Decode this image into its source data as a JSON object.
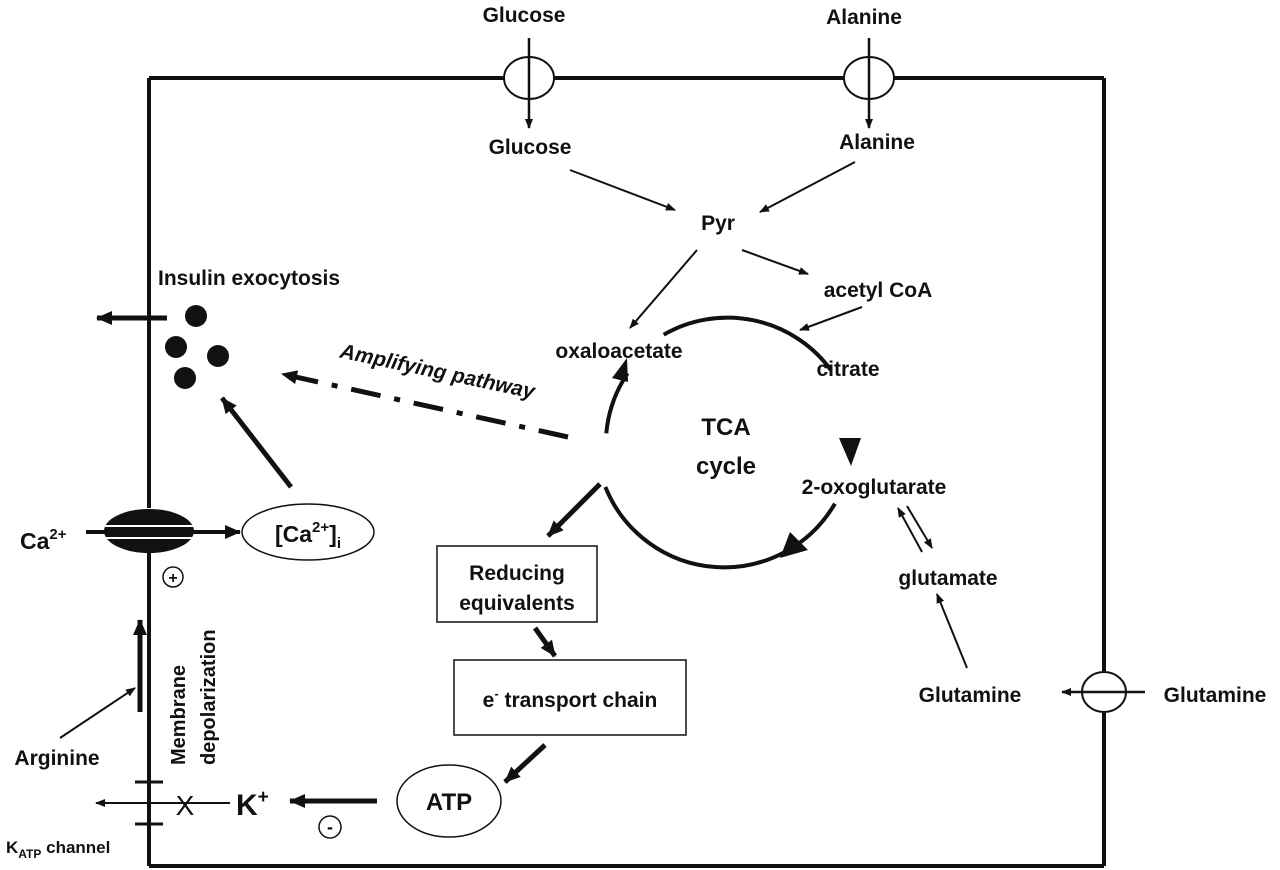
{
  "labels": {
    "glucose_out": "Glucose",
    "alanine_out": "Alanine",
    "glucose_in": "Glucose",
    "alanine_in": "Alanine",
    "pyr": "Pyr",
    "acetyl_coa": "acetyl CoA",
    "insulin_exocytosis": "Insulin exocytosis",
    "oxaloacetate": "oxaloacetate",
    "citrate": "citrate",
    "amplifying_pathway": "Amplifying pathway",
    "tca_line1": "TCA",
    "tca_line2": "cycle",
    "oxoglutarate": "2-oxoglutarate",
    "glutamate": "glutamate",
    "glutamine_in": "Glutamine",
    "glutamine_out": "Glutamine",
    "ca_out_base": "Ca",
    "ca_out_sup": "2+",
    "ca_i_open": "[Ca",
    "ca_i_sup": "2+",
    "ca_i_close": "]",
    "ca_i_sub": "i",
    "reducing_line1": "Reducing",
    "reducing_line2": "equivalents",
    "etc_base": "e",
    "etc_sup": "-",
    "etc_rest": " transport chain",
    "atp": "ATP",
    "k_base": "K",
    "k_sup": "+",
    "arginine": "Arginine",
    "membrane_line1": "Membrane",
    "membrane_line2": "depolarization",
    "katp_base": "K",
    "katp_sub": "ATP",
    "katp_rest": " channel",
    "plus_sign": "+",
    "minus_sign": "-",
    "block_mark": "X"
  },
  "colors": {
    "ink": "#111111",
    "background": "#ffffff"
  }
}
